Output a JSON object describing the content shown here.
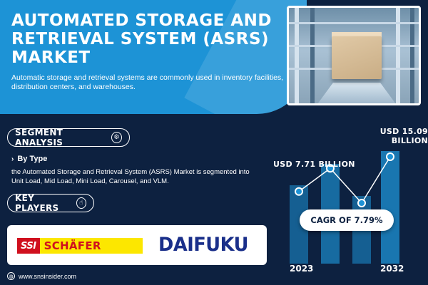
{
  "header": {
    "title": "AUTOMATED STORAGE AND RETRIEVAL SYSTEM (ASRS) MARKET",
    "subtitle": "Automatic storage and retrieval systems are commonly used in inventory facilities, distribution centers, and warehouses."
  },
  "segment": {
    "heading": "SEGMENT ANALYSIS",
    "icon": "gear-icon",
    "by_type": "By Type",
    "description": "the Automated Storage and Retrieval System (ASRS) Market is segmented into Unit Load, Mid Load, Mini Load, Carousel, and VLM."
  },
  "key_players": {
    "heading": "KEY PLAYERS",
    "icon": "pointer-icon",
    "logos": [
      {
        "mark": "SSI",
        "name": "SCHÄFER"
      },
      {
        "name": "DAIFUKU"
      }
    ]
  },
  "footer": {
    "website": "www.snsinsider.com"
  },
  "market": {
    "start_value": "USD 7.71 BILLION",
    "end_value": "USD 15.09 BILLION",
    "cagr": "CAGR OF 7.79%",
    "start_year": "2023",
    "end_year": "2032"
  },
  "colors": {
    "background": "#0d2140",
    "header_blue": "#1d93d6",
    "bar_blue": "#1d93d6",
    "ssi_red": "#d0101e",
    "ssi_yellow": "#fce700",
    "daifuku_blue": "#1a2f8a"
  },
  "chart_data": {
    "type": "line",
    "series": [
      {
        "values": [
          3,
          5,
          2,
          6
        ]
      }
    ]
  }
}
